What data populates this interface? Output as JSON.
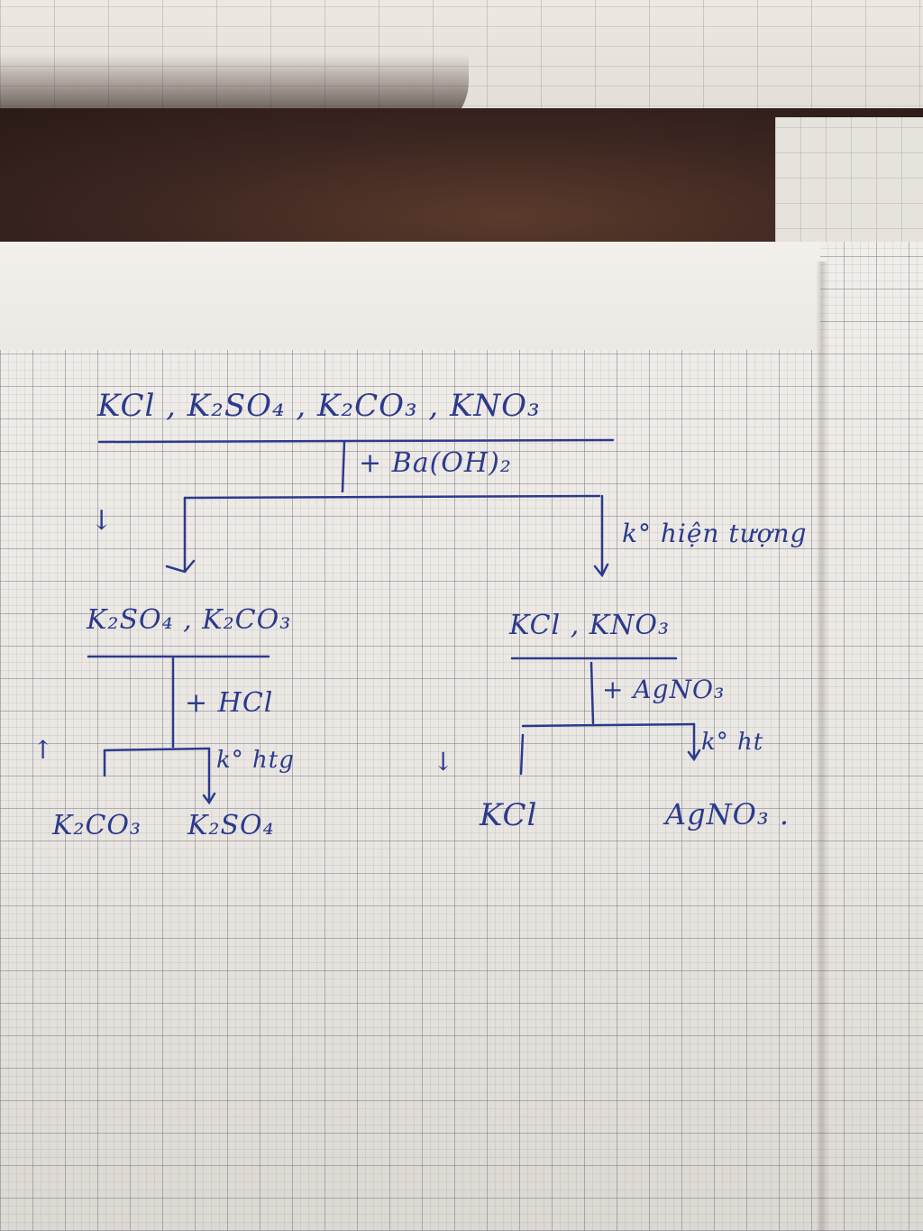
{
  "ink_color": "#2c3a8c",
  "notes": {
    "mixture": "KCl , K₂SO₄ , K₂CO₃ , KNO₃",
    "reagent_1": "+ Ba(OH)₂",
    "precipitate_mark_1": "↓",
    "no_reaction_1": "k° hiện tượng",
    "group_left": "K₂SO₄ , K₂CO₃",
    "group_right": "KCl , KNO₃",
    "reagent_2": "+ HCl",
    "reagent_3": "+ AgNO₃",
    "gas_mark": "↑",
    "no_reaction_2": "k° htg",
    "precipitate_mark_2": "↓",
    "no_reaction_3": "k° ht",
    "result_1": "K₂CO₃",
    "result_2": "K₂SO₄",
    "result_3": "KCl",
    "result_4": "AgNO₃ ."
  }
}
